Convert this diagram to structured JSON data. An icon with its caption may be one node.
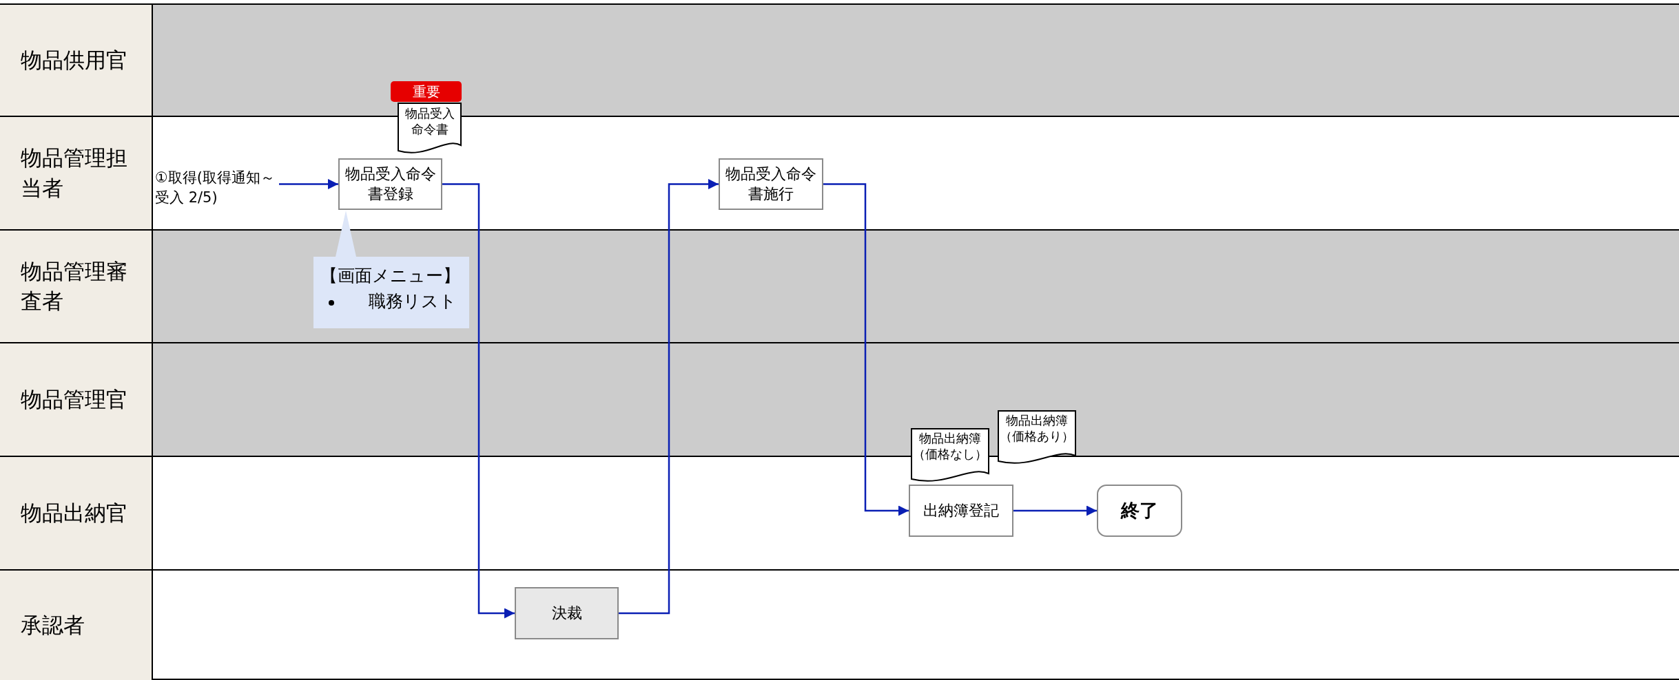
{
  "diagram": {
    "nodes": [
      {
        "text": [
          "物品供用官"
        ]
      },
      {
        "text": [
          "物品管理担当者"
        ]
      },
      {
        "text": [
          "物品管理審査者"
        ]
      },
      {
        "text": [
          "物品管理官"
        ]
      },
      {
        "text": [
          "物品出納官"
        ]
      },
      {
        "text": [
          "承認者"
        ]
      },
      {
        "text": [
          "①取得(取得通知～受入 2/5)"
        ]
      },
      {
        "text": [
          "物品受入命令書登録"
        ]
      },
      {
        "text": [
          "物品受入命令書"
        ],
        "beside": [
          "重要"
        ]
      },
      {
        "text": [
          "【画面メニュー】",
          "職務リスト"
        ]
      },
      {
        "text": [
          "物品受入命令書施行"
        ]
      },
      {
        "text": [
          "物品出納簿（価格なし）"
        ]
      },
      {
        "text": [
          "物品出納簿（価格あり）"
        ]
      },
      {
        "text": [
          "出納簿登記"
        ]
      },
      {
        "text": [
          "終了"
        ]
      },
      {
        "text": [
          "決裁"
        ]
      }
    ],
    "edges": [
      {
        "from": 6,
        "to": 7,
        "arrow": "to"
      },
      {
        "from": 7,
        "to": 15,
        "arrow": "to"
      },
      {
        "from": 15,
        "to": 10,
        "arrow": "to"
      },
      {
        "from": 10,
        "to": 13,
        "arrow": "to"
      },
      {
        "from": 13,
        "to": 14,
        "arrow": "to"
      }
    ]
  }
}
